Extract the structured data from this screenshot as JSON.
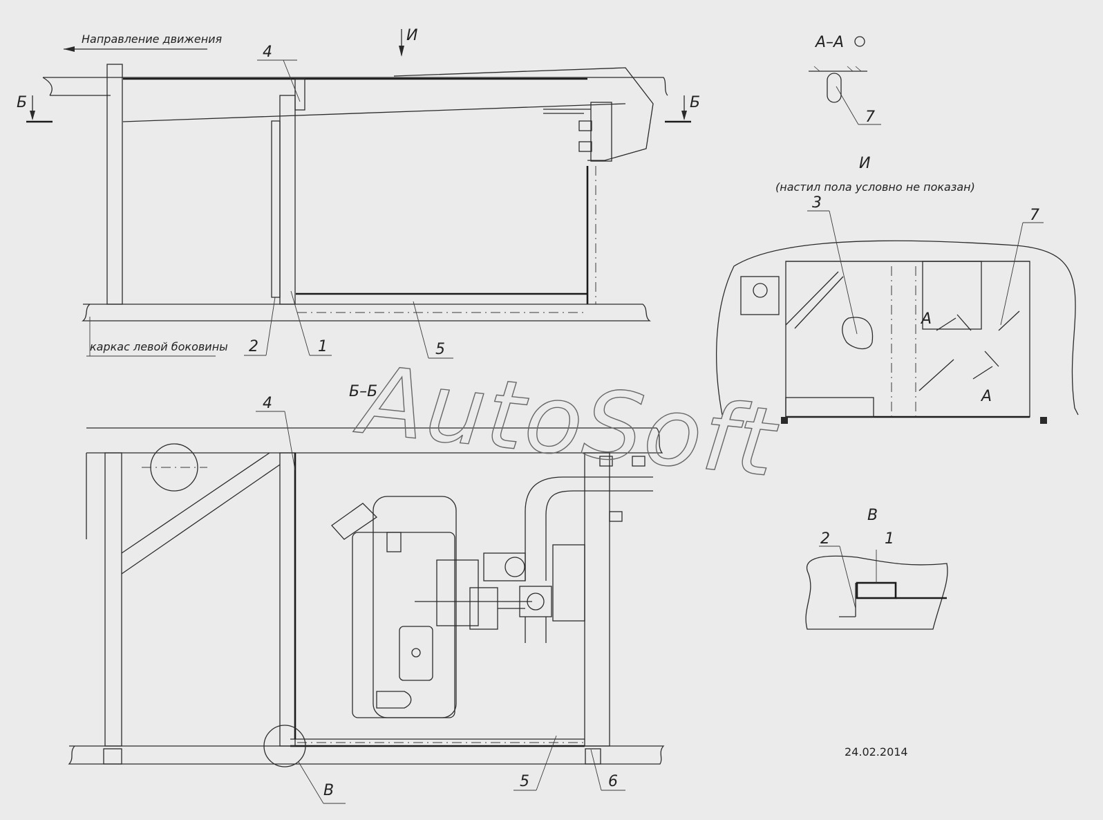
{
  "watermark": "AutoSoft",
  "date": "24.02.2014",
  "top_view": {
    "direction_label": "Направление движения",
    "view_i_marker": "И",
    "section_b_left": "Б",
    "section_b_right": "Б",
    "frame_label": "каркас левой боковины",
    "callouts": [
      "4",
      "2",
      "1",
      "5"
    ]
  },
  "section_aa": {
    "title": "А–А",
    "callout": "7"
  },
  "view_i": {
    "title": "И",
    "note": "(настил пола условно не показан)",
    "callouts": [
      "3",
      "7"
    ],
    "section_marker_top": "А",
    "section_marker_bottom": "А"
  },
  "section_bb": {
    "title": "Б–Б",
    "callouts": [
      "4",
      "5",
      "6"
    ],
    "detail_marker": "В"
  },
  "view_v": {
    "title": "В",
    "callouts": [
      "2",
      "1"
    ]
  }
}
